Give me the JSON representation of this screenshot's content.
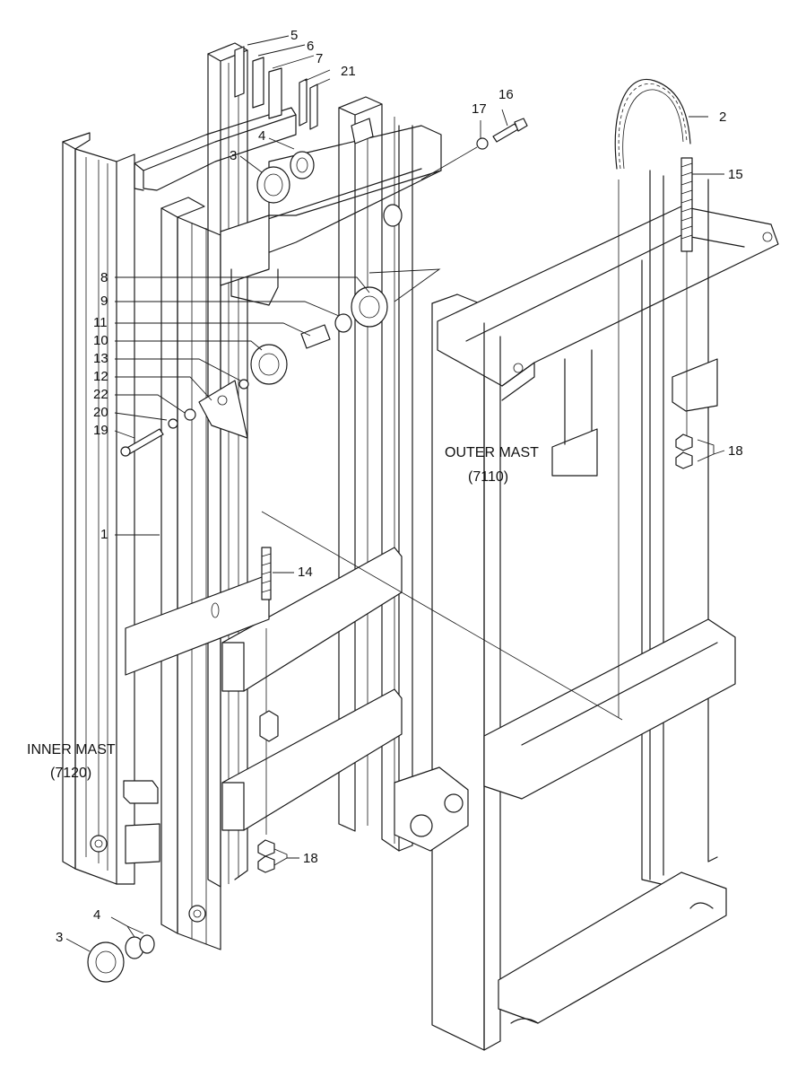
{
  "sections": {
    "outer_mast": {
      "title": "OUTER MAST",
      "code": "(7110)"
    },
    "inner_mast": {
      "title": "INNER MAST",
      "code": "(7120)"
    }
  },
  "callouts": {
    "c1": "1",
    "c2": "2",
    "c3a": "3",
    "c3b": "3",
    "c4a": "4",
    "c4b": "4",
    "c5": "5",
    "c6": "6",
    "c7": "7",
    "c8": "8",
    "c9": "9",
    "c10": "10",
    "c11": "11",
    "c12": "12",
    "c13": "13",
    "c14": "14",
    "c15": "15",
    "c16": "16",
    "c17": "17",
    "c18a": "18",
    "c18b": "18",
    "c19": "19",
    "c20": "20",
    "c21": "21",
    "c22": "22"
  }
}
